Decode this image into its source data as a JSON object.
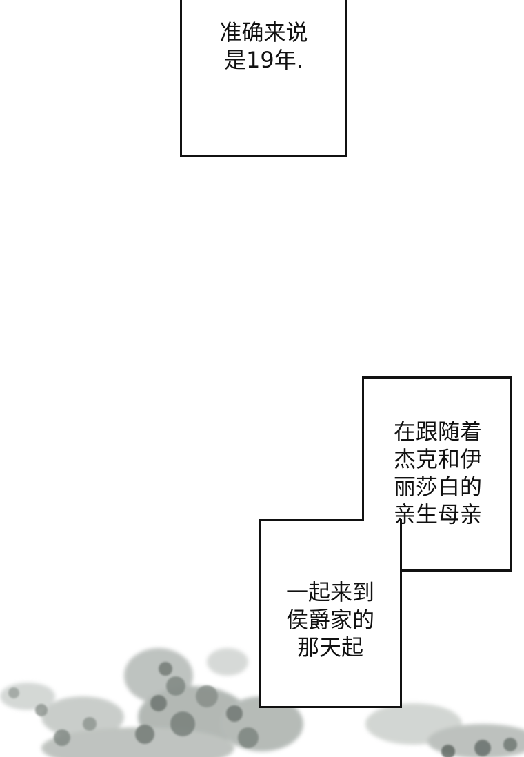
{
  "captions": [
    {
      "text": "准确来说\n是19年."
    },
    {
      "text": "在跟随着\n杰克和伊\n丽莎白的\n亲生母亲"
    },
    {
      "text": "一起来到\n侯爵家的\n那天起"
    }
  ],
  "colors": {
    "background": "#ffffff",
    "ink": "#111111",
    "cloud": "#8a918c"
  }
}
